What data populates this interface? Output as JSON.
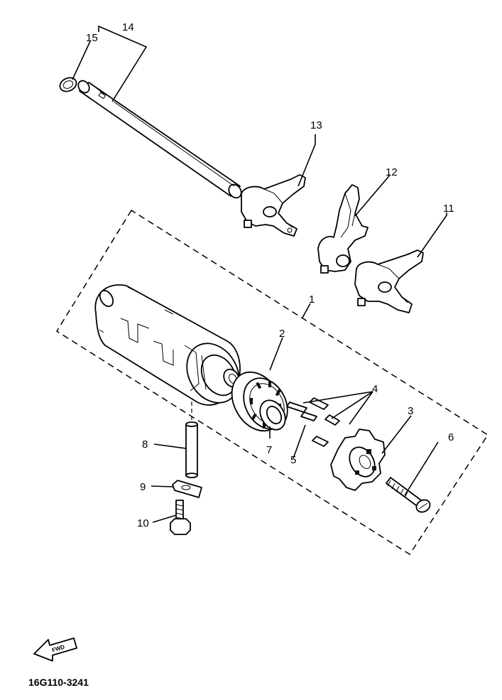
{
  "diagram": {
    "drawing_code": "16G110-3241",
    "fwd_label": "FWD",
    "callouts": {
      "p1": "1",
      "p2": "2",
      "p3": "3",
      "p4": "4",
      "p5": "5",
      "p6": "6",
      "p7": "7",
      "p8": "8",
      "p9": "9",
      "p10": "10",
      "p11": "11",
      "p12": "12",
      "p13": "13",
      "p14": "14",
      "p15": "15"
    }
  }
}
